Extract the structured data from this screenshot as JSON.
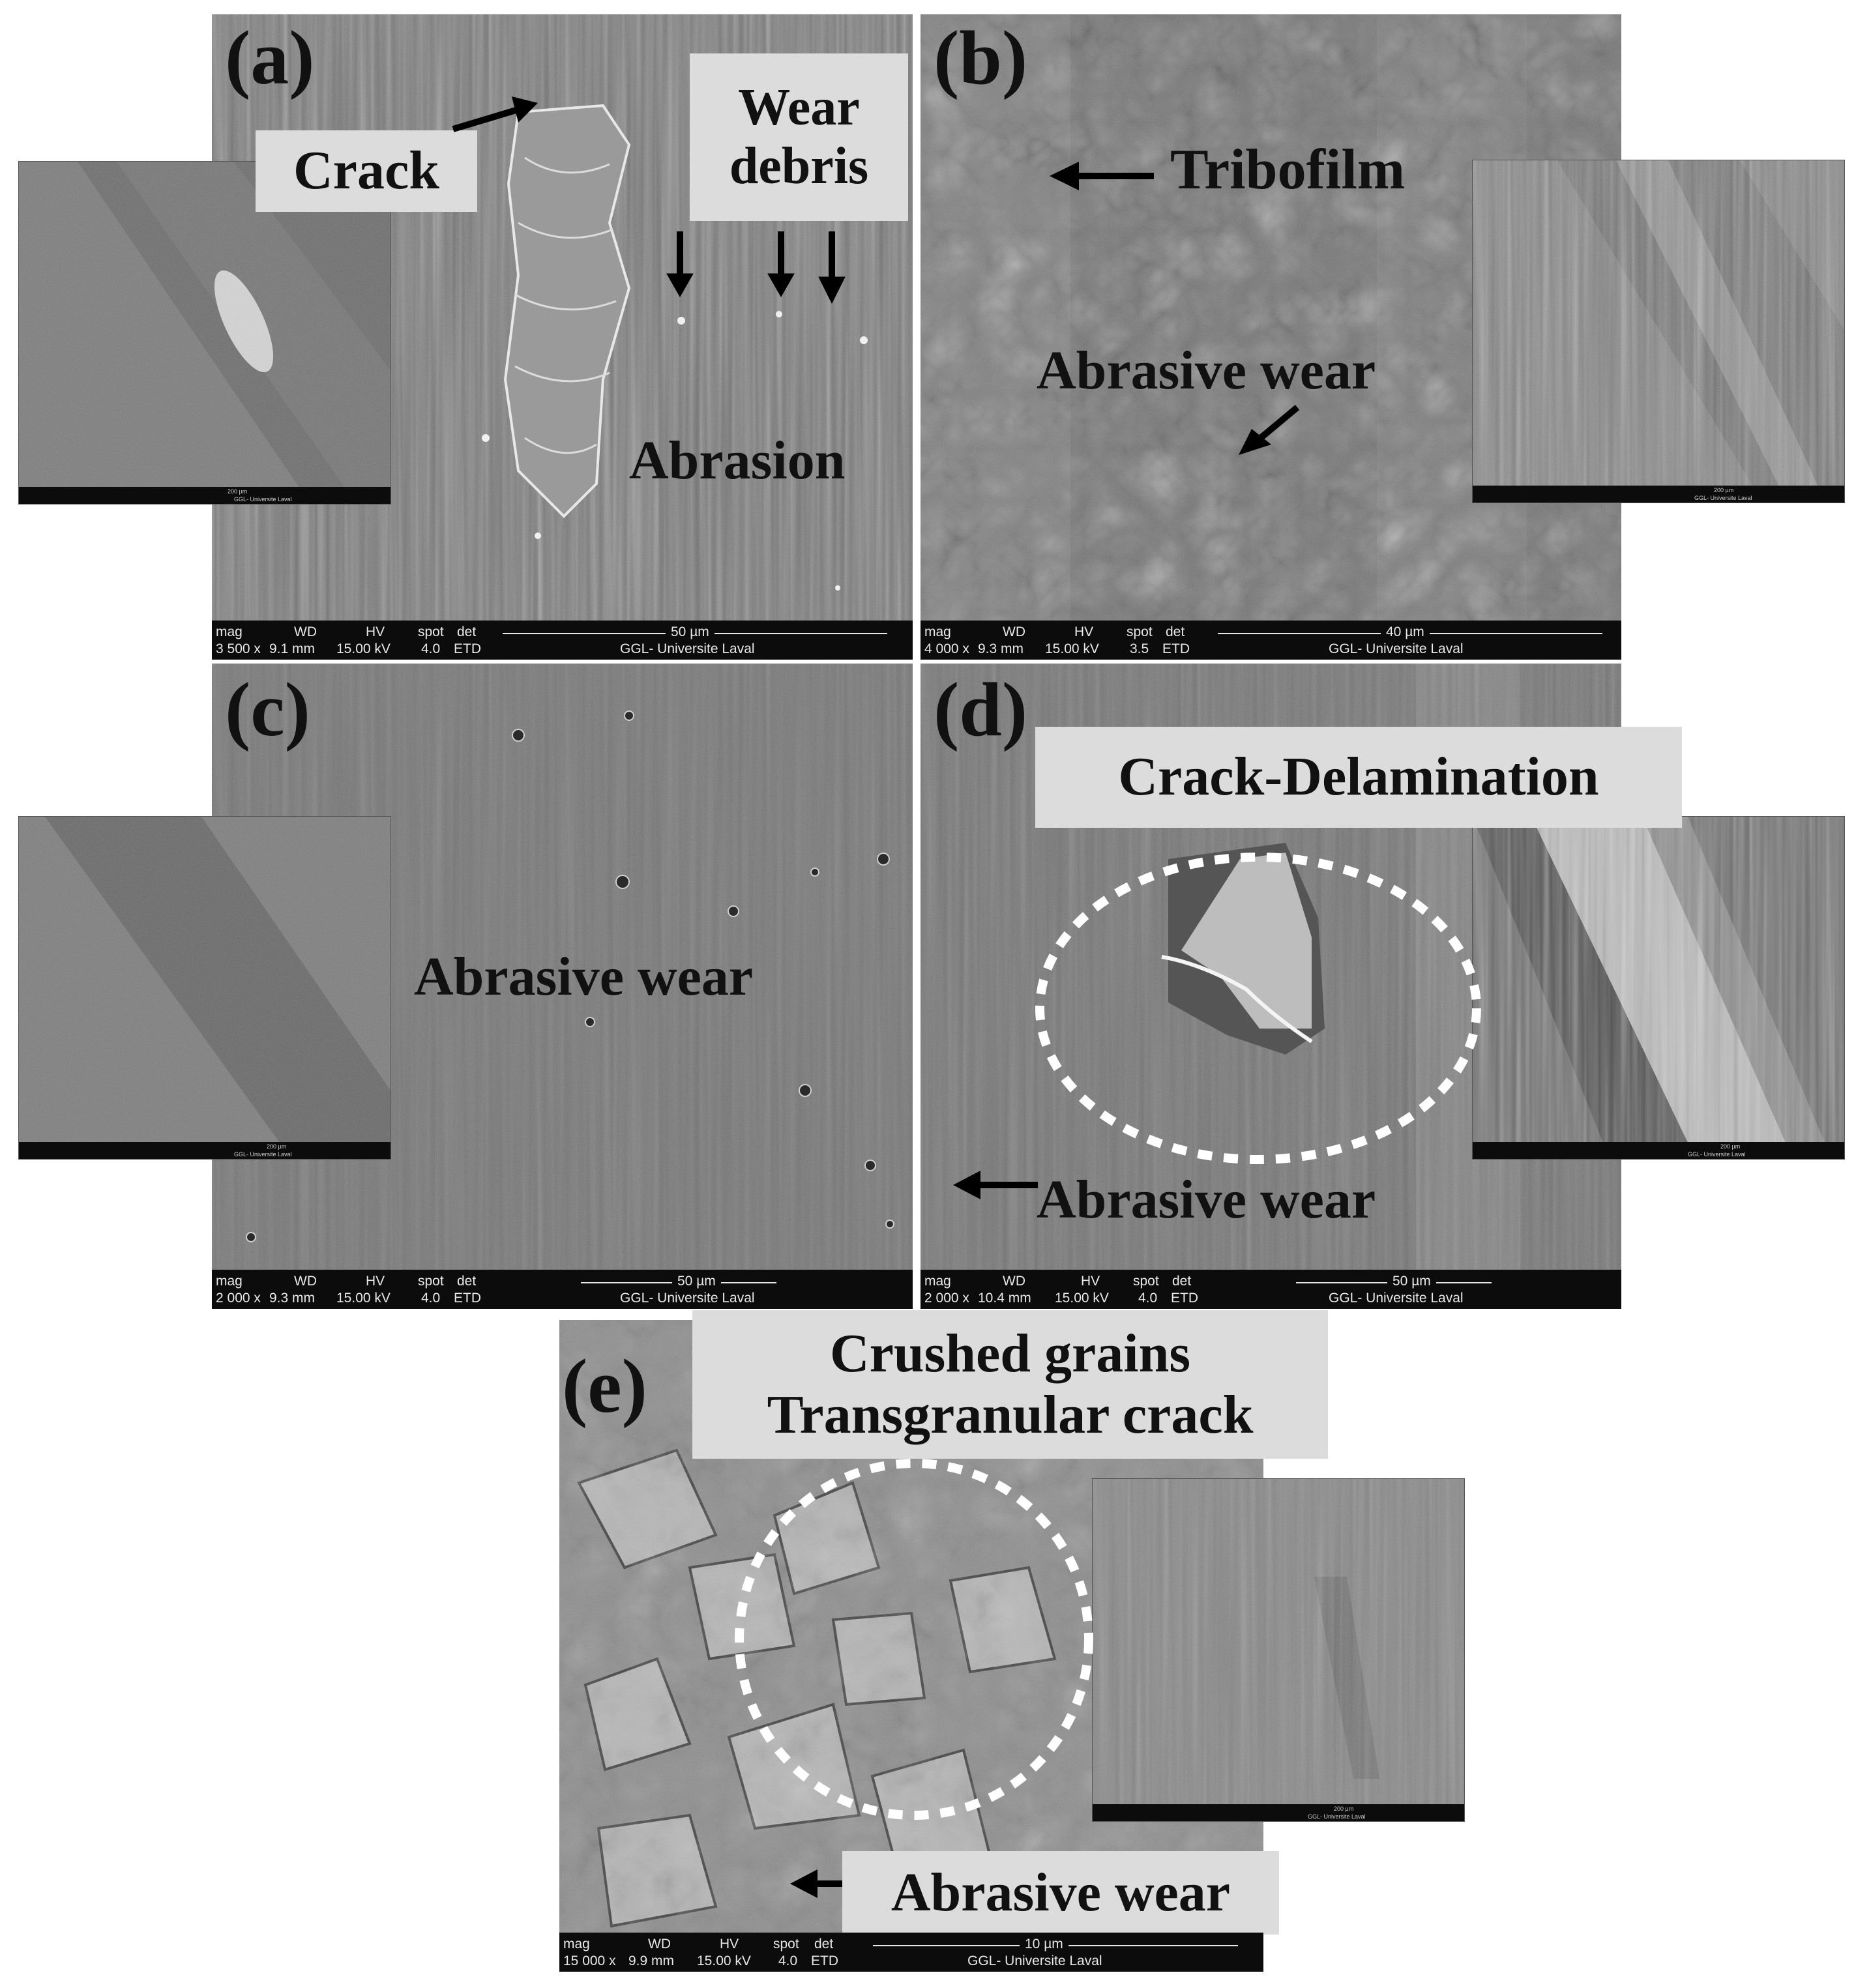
{
  "panels": {
    "a": {
      "label": "(a)",
      "annotations": {
        "crack": "Crack",
        "wear_debris": "Wear\ndebris",
        "abrasion": "Abrasion"
      },
      "databar": {
        "h1": "mag",
        "h2": "WD",
        "h3": "HV",
        "h4": "spot",
        "h5": "det",
        "v1": "3 500 x",
        "v2": "9.1 mm",
        "v3": "15.00 kV",
        "v4": "4.0",
        "v5": "ETD",
        "scale": "50 µm",
        "lab": "GGL- Universite Laval"
      }
    },
    "b": {
      "label": "(b)",
      "annotations": {
        "tribofilm": "Tribofilm",
        "abrasive_wear": "Abrasive wear"
      },
      "databar": {
        "h1": "mag",
        "h2": "WD",
        "h3": "HV",
        "h4": "spot",
        "h5": "det",
        "v1": "4 000 x",
        "v2": "9.3 mm",
        "v3": "15.00 kV",
        "v4": "3.5",
        "v5": "ETD",
        "scale": "40 µm",
        "lab": "GGL- Universite Laval"
      }
    },
    "c": {
      "label": "(c)",
      "annotations": {
        "abrasive_wear": "Abrasive wear"
      },
      "databar": {
        "h1": "mag",
        "h2": "WD",
        "h3": "HV",
        "h4": "spot",
        "h5": "det",
        "v1": "2 000 x",
        "v2": "9.3 mm",
        "v3": "15.00 kV",
        "v4": "4.0",
        "v5": "ETD",
        "scale": "50 µm",
        "lab": "GGL- Universite Laval"
      }
    },
    "d": {
      "label": "(d)",
      "annotations": {
        "crack_delamination": "Crack-Delamination",
        "abrasive_wear": "Abrasive wear"
      },
      "databar": {
        "h1": "mag",
        "h2": "WD",
        "h3": "HV",
        "h4": "spot",
        "h5": "det",
        "v1": "2 000 x",
        "v2": "10.4 mm",
        "v3": "15.00 kV",
        "v4": "4.0",
        "v5": "ETD",
        "scale": "50 µm",
        "lab": "GGL- Universite Laval"
      }
    },
    "e": {
      "label": "(e)",
      "annotations": {
        "crushed_grains": "Crushed grains\nTransgranular crack",
        "abrasive_wear": "Abrasive wear"
      },
      "databar": {
        "h1": "mag",
        "h2": "WD",
        "h3": "HV",
        "h4": "spot",
        "h5": "det",
        "v1": "15 000 x",
        "v2": "9.9 mm",
        "v3": "15.00 kV",
        "v4": "4.0",
        "v5": "ETD",
        "scale": "10 µm",
        "lab": "GGL- Universite Laval"
      }
    }
  },
  "insets": {
    "a": {
      "scale": "200 µm",
      "lab": "GGL- Universite Laval"
    },
    "b": {
      "scale": "200 µm",
      "lab": "GGL- Universite Laval"
    },
    "c": {
      "scale": "200 µm",
      "lab": "GGL- Universite Laval"
    },
    "d": {
      "scale": "200 µm",
      "lab": "GGL- Universite Laval"
    },
    "e": {
      "scale": "200 µm",
      "lab": "GGL- Universite Laval"
    }
  }
}
